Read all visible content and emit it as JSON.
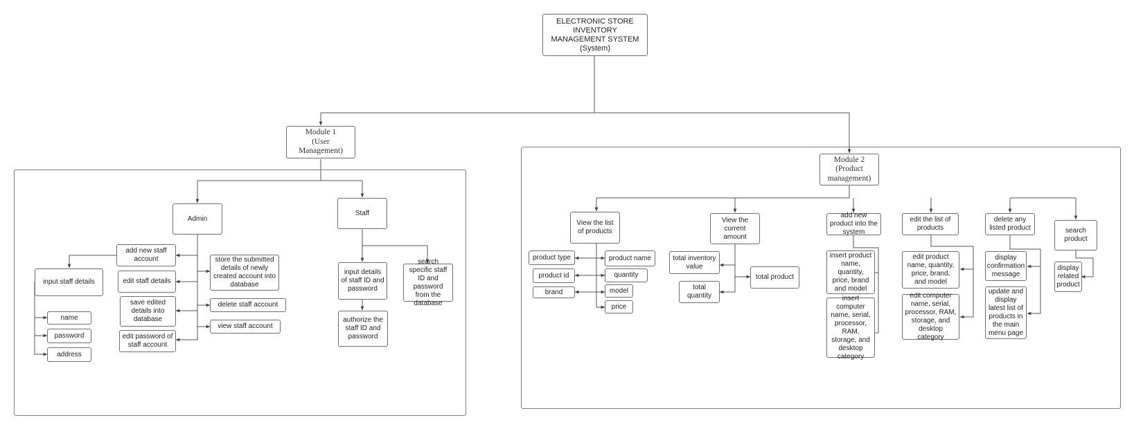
{
  "system": {
    "title": "ELECTRONIC STORE INVENTORY MANAGEMENT SYSTEM (System)"
  },
  "module1": {
    "title_line1": "Module 1",
    "title_line2": "(User Management)",
    "admin": {
      "label": "Admin",
      "add_new_staff_account": "add new staff account",
      "input_staff_details": "input staff details",
      "name": "name",
      "password": "password",
      "address": "address",
      "edit_staff_details": "edit staff details",
      "save_edited_details": "save edited details into database",
      "edit_password": "edit password of staff account",
      "store_submitted_details": "store the submitted details of newly created account into database",
      "delete_staff_account": "delete staff account",
      "view_staff_account": "view staff account"
    },
    "staff": {
      "label": "Staff",
      "input_details": "input details of staff ID and password",
      "authorize": "authorize the staff ID and password",
      "search_specific": "search specific staff ID and password from the database"
    }
  },
  "module2": {
    "title_line1": "Module 2",
    "title_line2": "(Product",
    "title_line3": "management)",
    "view_list": {
      "label": "View the list of products",
      "product_type": "product type",
      "product_id": "product id",
      "brand": "brand",
      "product_name": "product name",
      "quantity": "quantity",
      "model": "model",
      "price": "price"
    },
    "view_amount": {
      "label": "View the current amount",
      "total_inventory_value": "total inventory value",
      "total_quantity": "total quantity",
      "total_product": "total product"
    },
    "add_product": {
      "label": "add new product into the system",
      "insert_product": "insert product name, quantity, price, brand and model",
      "insert_computer": "insert computer name, serial, processor, RAM, storage, and desktop category"
    },
    "edit_list": {
      "label": "edit the list of products",
      "edit_product": "edit product name, quantity, price, brand, and model",
      "edit_computer": "edit computer name, serial, processor, RAM, storage, and desktop category"
    },
    "delete_product": {
      "label": "delete any listed product",
      "display_confirmation": "display confirmation message",
      "update_display": "update and display latest list of products in the main menu page"
    },
    "search_product": {
      "label": "search product",
      "display_related": "display related product"
    }
  }
}
